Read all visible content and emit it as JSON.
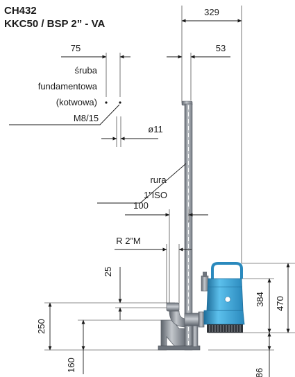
{
  "title": {
    "model": "CH432",
    "variant": "KKC50 / BSP 2” - VA"
  },
  "labels": {
    "bolt_line1": "śruba",
    "bolt_line2": "fundamentowa",
    "bolt_line3": "(kotwowa)",
    "bolt_size": "M8/15",
    "pipe_line1": "rura",
    "pipe_line2": "1”ISO",
    "thread": "R 2”M"
  },
  "dimensions": {
    "overall_width": "329",
    "bolt_spacing": "75",
    "pipe_offset": "53",
    "hole_diameter": "ø11",
    "pipe_to_outlet": "100",
    "outlet_drop": "25",
    "outlet_height": "250",
    "base_height": "160",
    "pump_height": "384",
    "total_height": "470",
    "bottom_clearance": "86"
  },
  "colors": {
    "pump_blue": "#3aa4d8",
    "pump_dark": "#1f6f9c",
    "steel": "#8c9198",
    "steel_dark": "#5d636b",
    "ink": "#1a1a1a"
  }
}
